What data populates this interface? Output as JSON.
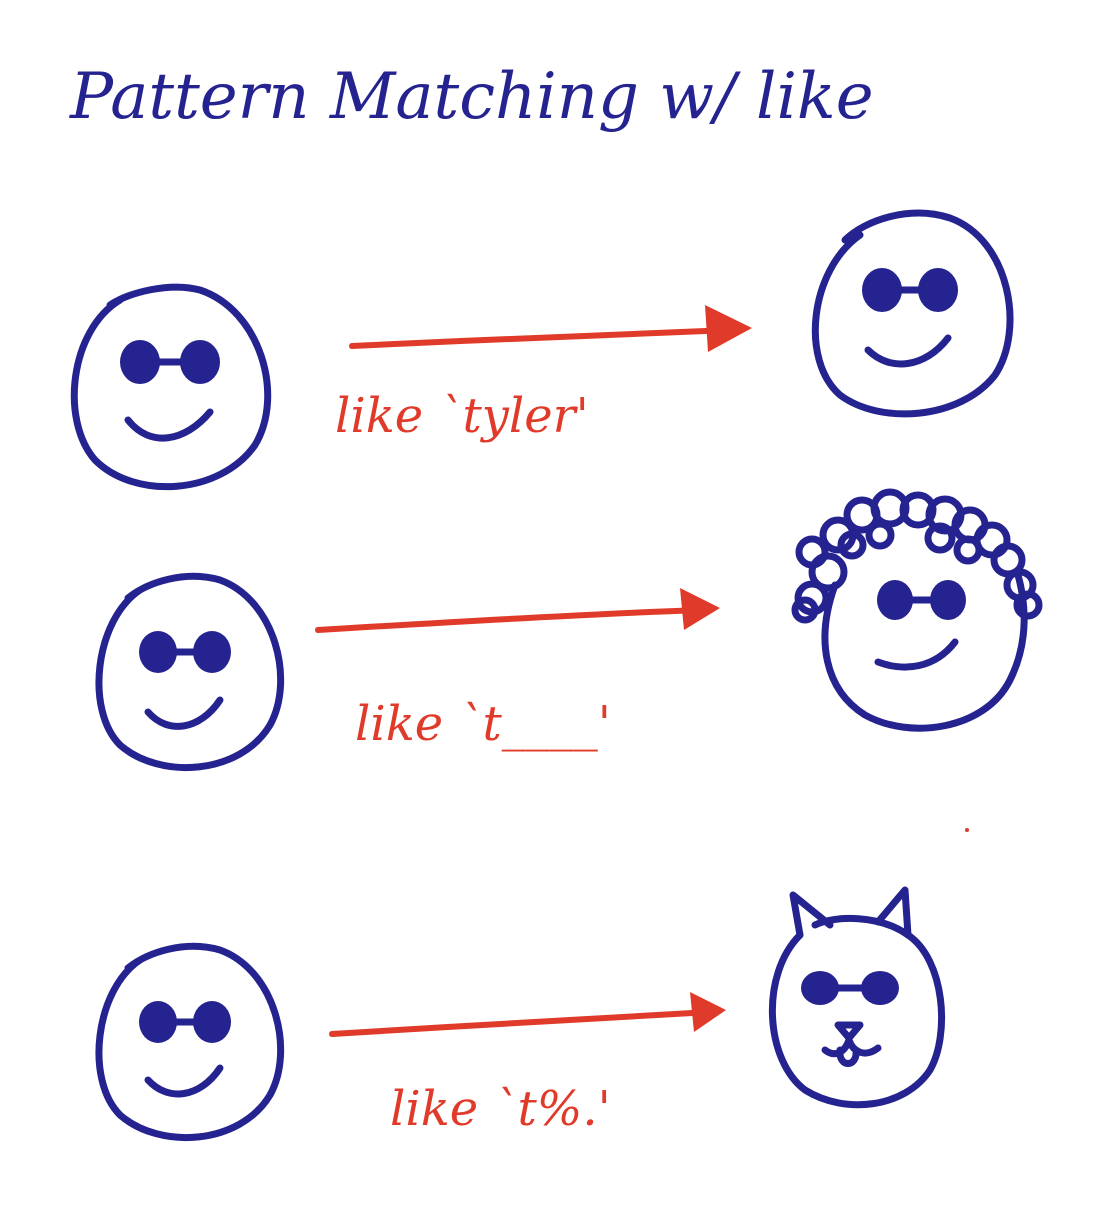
{
  "title": "Pattern Matching w/ like",
  "colors": {
    "ink": "#25238f",
    "arrow": "#e03a2a",
    "background": "#ffffff"
  },
  "rows": [
    {
      "pattern_label": "like `tyler'",
      "target": "smiley-with-glasses"
    },
    {
      "pattern_label": "like `t____'",
      "target": "curly-hair-smiley-with-glasses"
    },
    {
      "pattern_label": "like `t%.'",
      "target": "cat-with-glasses"
    }
  ]
}
